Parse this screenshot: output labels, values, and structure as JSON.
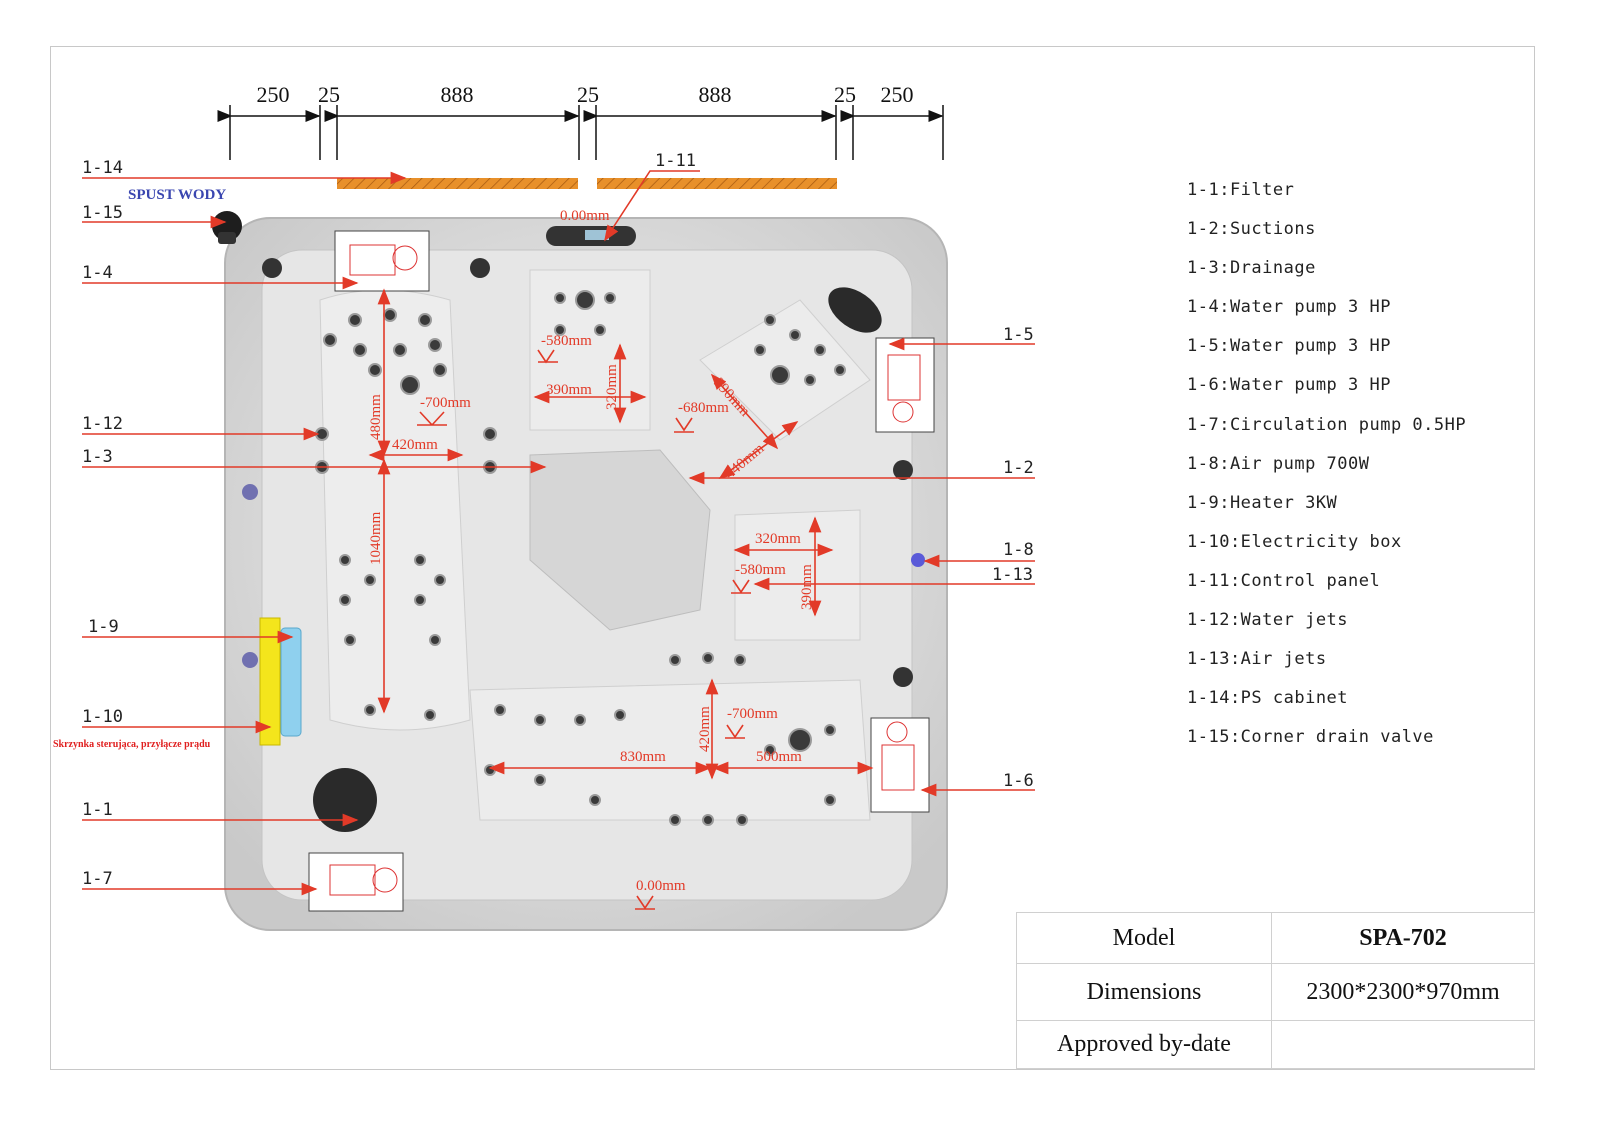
{
  "top_dimensions": [
    "250",
    "25",
    "888",
    "25",
    "888",
    "25",
    "250"
  ],
  "callouts": {
    "c1_14": "1-14",
    "c1_15": "1-15",
    "c1_4": "1-4",
    "c1_12": "1-12",
    "c1_3": "1-3",
    "c1_9": "1-9",
    "c1_10": "1-10",
    "c1_1": "1-1",
    "c1_7": "1-7",
    "c1_11": "1-11",
    "c1_5": "1-5",
    "c1_2": "1-2",
    "c1_8": "1-8",
    "c1_13": "1-13",
    "c1_6": "1-6"
  },
  "notes": {
    "spust_wody": "SPUST WODY",
    "control_box_note": "Skrzynka sterująca, przyłącze prądu"
  },
  "measurements": {
    "top_level": "0.00mm",
    "seat1_depth": "-580mm",
    "seat1_width": "390mm",
    "seat1_length": "320mm",
    "lounger_depth": "-680mm",
    "lounger_w": "390mm",
    "lounger_l": "440mm",
    "left_depth": "-700mm",
    "left_width": "420mm",
    "left_upper": "480mm",
    "left_lower": "1040mm",
    "right_seat_width": "320mm",
    "right_seat_depth": "-580mm",
    "right_seat_length": "390mm",
    "bottom_height": "420mm",
    "bottom_left": "830mm",
    "bottom_depth": "-700mm",
    "bottom_right": "500mm",
    "bottom_level": "0.00mm"
  },
  "legend": [
    "1-1:Filter",
    "1-2:Suctions",
    "1-3:Drainage",
    "1-4:Water pump 3 HP",
    "1-5:Water pump 3 HP",
    "1-6:Water pump 3 HP",
    "1-7:Circulation pump 0.5HP",
    "1-8:Air pump 700W",
    "1-9:Heater 3KW",
    "1-10:Electricity box",
    "1-11:Control panel",
    "1-12:Water jets",
    "1-13:Air jets",
    "1-14:PS cabinet",
    "1-15:Corner drain valve"
  ],
  "info_table": {
    "model_label": "Model",
    "model_value": "SPA-702",
    "dimensions_label": "Dimensions",
    "dimensions_value": "2300*2300*970mm",
    "approved_label": "Approved by-date",
    "approved_value": ""
  },
  "colors": {
    "accent_red": "#e23a28",
    "cabinet_orange": "#e8902a",
    "heater_yellow": "#f4e51c",
    "heater_blue": "#8fd0ee",
    "note_blue": "#3a46b0"
  }
}
